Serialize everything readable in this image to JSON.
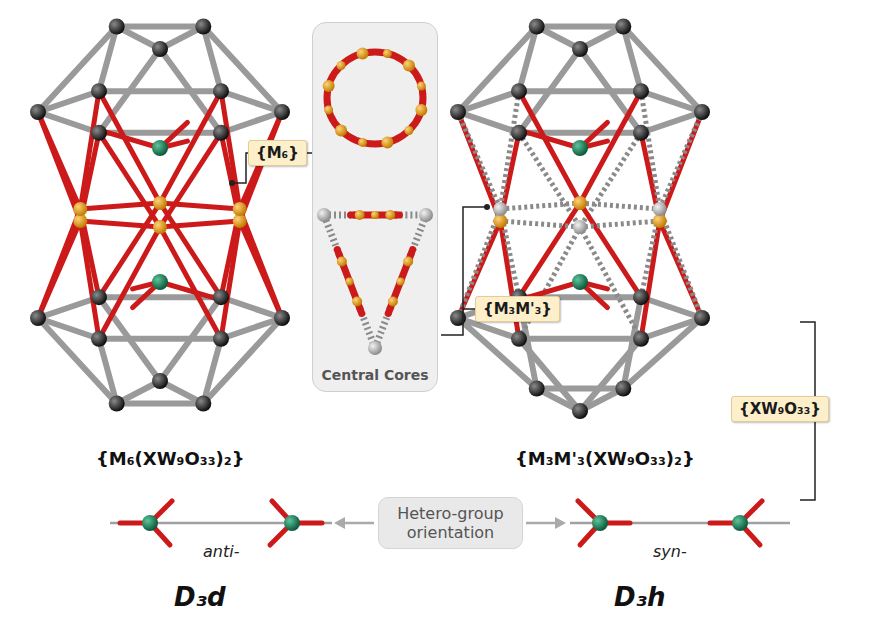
{
  "diagram": {
    "nodes": [
      {
        "text": [
          "{M₆}"
        ]
      },
      {
        "text": [
          "Central Cores"
        ]
      },
      {
        "text": [
          "{M₃M'₃}"
        ]
      },
      {
        "text": [
          "{XW₉O₃₃}"
        ]
      },
      {
        "text": [
          "Hetero-group orientation"
        ]
      }
    ],
    "labels": [
      "{M₆(XW₉O₃₃)₂}",
      "{M₃M'₃(XW₉O₃₃)₂}",
      "anti-",
      "syn-",
      "D₃d",
      "D₃h"
    ]
  }
}
